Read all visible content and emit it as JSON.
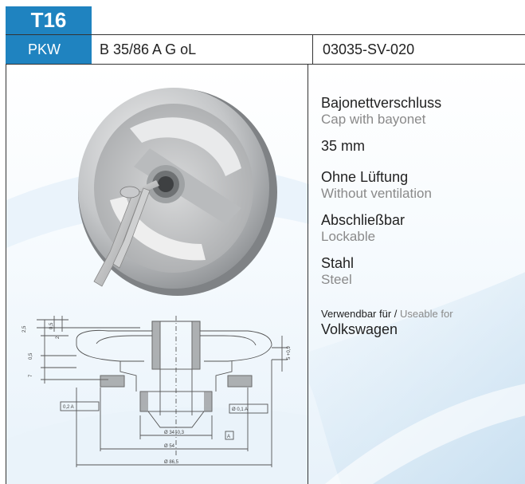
{
  "header": {
    "tag": "T16",
    "category": "PKW",
    "type_code": "B 35/86 A G oL",
    "article_number": "03035-SV-020"
  },
  "specs": [
    {
      "de": "Bajonettverschluss",
      "en": "Cap with bayonet"
    },
    {
      "de": "35 mm",
      "en": ""
    },
    {
      "de": "Ohne Lüftung",
      "en": "Without ventilation"
    },
    {
      "de": "Abschließbar",
      "en": "Lockable"
    },
    {
      "de": "Stahl",
      "en": "Steel"
    }
  ],
  "usable": {
    "label_de": "Verwendbar für",
    "separator": "/",
    "label_en": "Useable for",
    "brand": "Volkswagen"
  },
  "drawing_labels": {
    "d1": "2,5",
    "d2": "0,5",
    "d3": "2",
    "d4": "0,5",
    "d5": "7",
    "d6": "5 +0,9",
    "d7": "Ø 34 -0,3",
    "d8": "Ø 54",
    "d9": "Ø 86,5",
    "t1": "0,2 A",
    "t2": "Ø 0,1 A",
    "ref": "A"
  },
  "colors": {
    "accent": "#1f83c0",
    "text": "#222222",
    "muted": "#8a8a8a"
  }
}
